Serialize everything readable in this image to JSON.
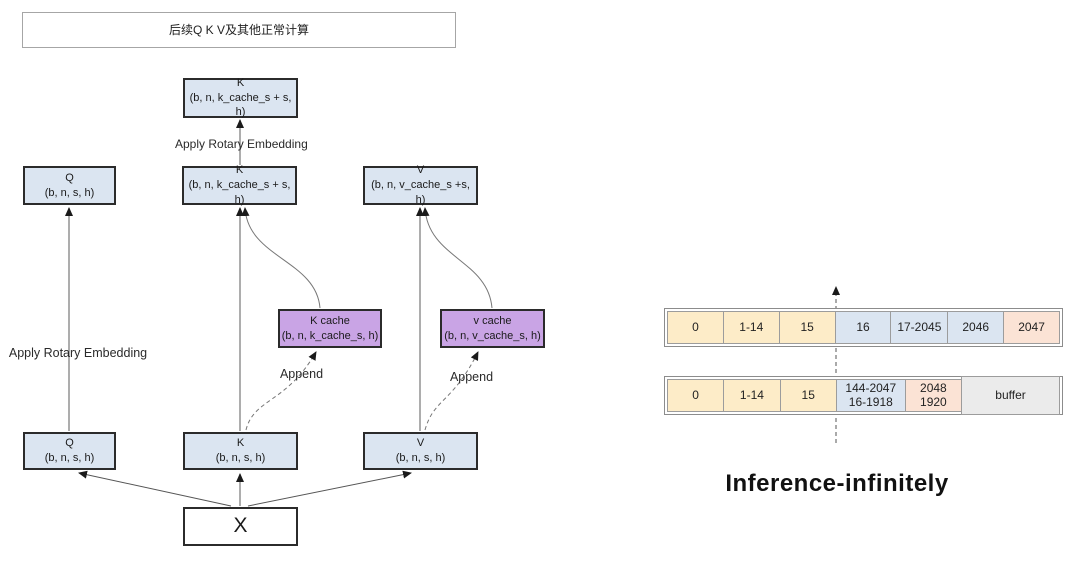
{
  "banner": {
    "text": "后续Q K V及其他正常计算"
  },
  "labels": {
    "apply_rotary_top": "Apply Rotary Embedding",
    "apply_rotary_left": "Apply Rotary Embedding",
    "append_k": "Append",
    "append_v": "Append"
  },
  "boxes": {
    "k_top": {
      "title": "K",
      "shape": "(b, n, k_cache_s + s, h)"
    },
    "q_mid": {
      "title": "Q",
      "shape": "(b, n, s, h)"
    },
    "k_mid": {
      "title": "K",
      "shape": "(b, n, k_cache_s + s, h)"
    },
    "v_mid": {
      "title": "V",
      "shape": "(b, n, v_cache_s +s, h)"
    },
    "k_cache": {
      "title": "K cache",
      "shape": "(b, n, k_cache_s, h)"
    },
    "v_cache": {
      "title": "v cache",
      "shape": "(b, n, v_cache_s, h)"
    },
    "q_bottom": {
      "title": "Q",
      "shape": "(b, n, s, h)"
    },
    "k_bottom": {
      "title": "K",
      "shape": "(b, n, s, h)"
    },
    "v_bottom": {
      "title": "V",
      "shape": "(b, n, s, h)"
    },
    "x_input": {
      "title": "X"
    }
  },
  "memory": {
    "title": "Inference-infinitely",
    "row1": {
      "cells": [
        {
          "text": "0",
          "color": "#fdecc8"
        },
        {
          "text": "1-14",
          "color": "#fdecc8"
        },
        {
          "text": "15",
          "color": "#fdecc8"
        },
        {
          "text": "16",
          "color": "#dbe5f1"
        },
        {
          "text": "17-2045",
          "color": "#dbe5f1"
        },
        {
          "text": "2046",
          "color": "#dbe5f1"
        },
        {
          "text": "2047",
          "color": "#fbe3d5"
        }
      ]
    },
    "row2": {
      "cells": [
        {
          "text": "0",
          "color": "#fdecc8"
        },
        {
          "text": "1-14",
          "color": "#fdecc8"
        },
        {
          "text": "15",
          "color": "#fdecc8"
        },
        {
          "line1": "144-2047",
          "line2": "16-1918",
          "color": "#dbe5f1"
        },
        {
          "line1": "2048",
          "line2": "1920",
          "color": "#fbe3d5"
        },
        {
          "text": "buffer",
          "color": "#ebebeb"
        }
      ]
    }
  },
  "colors": {
    "node_blue": "#dbe5f1",
    "cache_purple": "#c9a4e5",
    "cell_yellow": "#fdecc8",
    "cell_blue": "#dbe5f1",
    "cell_pink": "#fbe3d5",
    "cell_gray": "#ebebeb",
    "node_border": "#2b2b2b",
    "cell_border": "#9c9c9c"
  }
}
